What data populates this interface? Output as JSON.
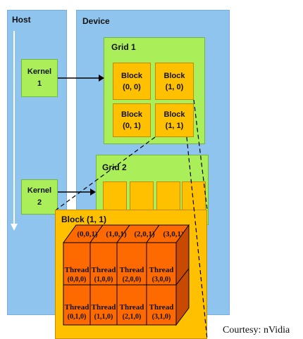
{
  "host": {
    "title": "Host",
    "kernels": [
      "Kernel\n1",
      "Kernel\n2"
    ]
  },
  "device": {
    "title": "Device"
  },
  "grid1": {
    "title": "Grid 1",
    "blocks": [
      "Block\n(0, 0)",
      "Block\n(1, 0)",
      "Block\n(0, 1)",
      "Block\n(1, 1)"
    ]
  },
  "grid2": {
    "title": "Grid 2"
  },
  "block_detail": {
    "title": "Block (1, 1)",
    "top_labels": [
      "(0,0,1)",
      "(1,0,1)",
      "(2,0,1)",
      "(3,0,1)"
    ],
    "threads_row0": [
      {
        "label": "Thread",
        "index": "(0,0,0)"
      },
      {
        "label": "Thread",
        "index": "(1,0,0)"
      },
      {
        "label": "Thread",
        "index": "(2,0,0)"
      },
      {
        "label": "Thread",
        "index": "(3,0,0)"
      }
    ],
    "threads_row1": [
      {
        "label": "Thread",
        "index": "(0,1,0)"
      },
      {
        "label": "Thread",
        "index": "(1,1,0)"
      },
      {
        "label": "Thread",
        "index": "(2,1,0)"
      },
      {
        "label": "Thread",
        "index": "(3,1,0)"
      }
    ]
  },
  "caption": "Courtesy: nVidia",
  "colors": {
    "panel": "#8fc4ee",
    "grid": "#aaef5a",
    "block": "#ffc000",
    "thread": "#ff6a00",
    "thread_side": "#c84a00"
  }
}
